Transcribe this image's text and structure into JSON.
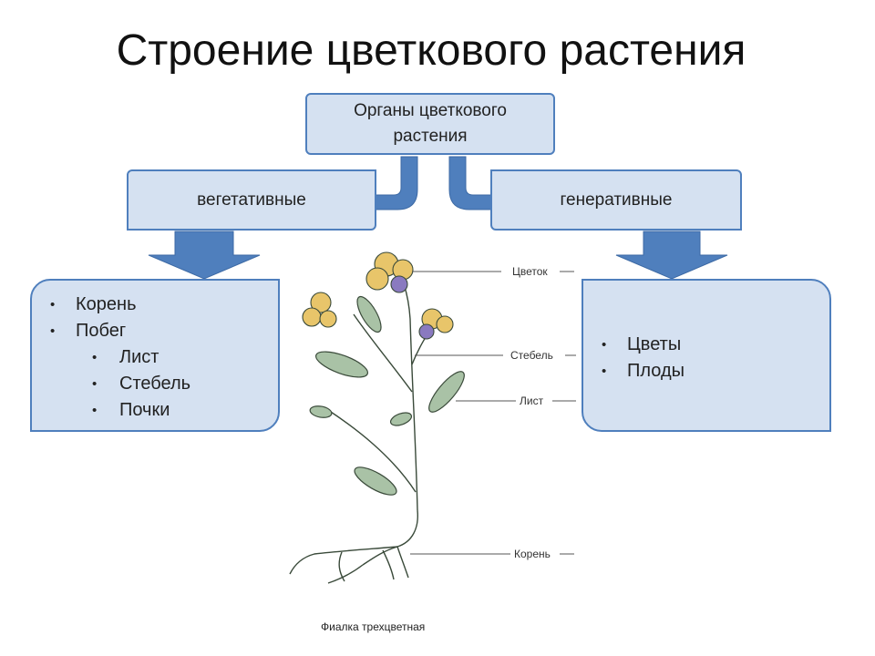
{
  "title": "Строение цветкового растения",
  "root_box": {
    "text": "Органы цветкового растения"
  },
  "vegetative": {
    "label": "вегетативные",
    "items": [
      {
        "text": "Корень",
        "level": 1
      },
      {
        "text": "Побег",
        "level": 1
      },
      {
        "text": "Лист",
        "level": 2
      },
      {
        "text": "Стебель",
        "level": 2
      },
      {
        "text": "Почки",
        "level": 2
      }
    ]
  },
  "generative": {
    "label": "генеративные",
    "items": [
      {
        "text": "Цветы",
        "level": 1
      },
      {
        "text": "Плоды",
        "level": 1
      }
    ]
  },
  "illustration": {
    "labels": {
      "flower": "Цветок",
      "stem": "Стебель",
      "leaf": "Лист",
      "root": "Корень"
    },
    "caption": "Фиалка трехцветная"
  },
  "colors": {
    "box_fill": "#d5e1f1",
    "box_border": "#4f7fbd",
    "arrow": "#4f7fbd",
    "leaf": "#8aa888",
    "petal": "#e8c56a",
    "petal_dark": "#8a7ac0"
  }
}
